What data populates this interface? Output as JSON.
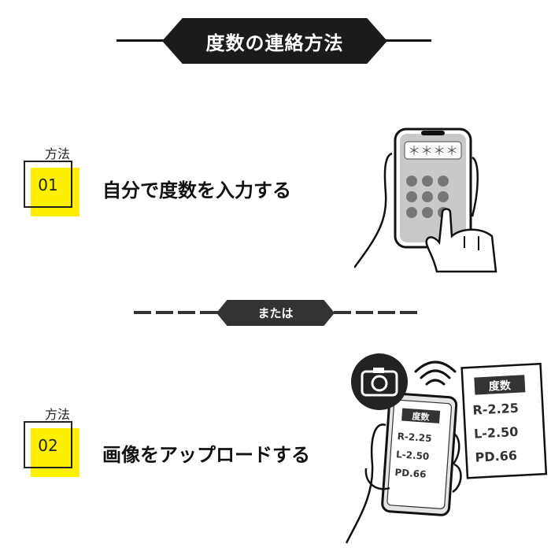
{
  "header": {
    "title": "度数の連絡方法"
  },
  "methods": [
    {
      "label": "方法",
      "number": "01",
      "text": "自分で度数を入力する"
    },
    {
      "label": "方法",
      "number": "02",
      "text": "画像をアップロードする"
    }
  ],
  "divider": {
    "text": "または"
  },
  "phone_input": {
    "masked_value": "＊＊＊＊"
  },
  "prescription_card": {
    "title": "度数",
    "lines": [
      "R-2.25",
      "L-2.50",
      "PD.66"
    ]
  },
  "colors": {
    "accent": "#ffef00",
    "dark": "#1b1b1b",
    "phone_screen": "#c9c9c9"
  },
  "icons": [
    "camera-icon",
    "wifi-signal-icon",
    "hand-icon"
  ]
}
